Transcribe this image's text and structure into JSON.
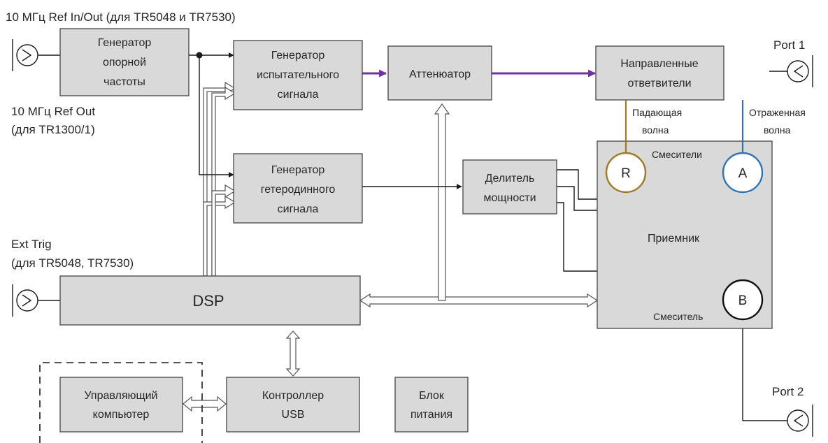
{
  "labels": {
    "ref_inout": "10 МГц Ref In/Out (для TR5048 и TR7530)",
    "ref_out_1": "10 МГц Ref Out",
    "ref_out_2": "(для TR1300/1)",
    "ext_trig_1": "Ext Trig",
    "ext_trig_2": "(для TR5048, TR7530)",
    "port1": "Port 1",
    "port2": "Port 2",
    "incident_1": "Падающая",
    "incident_2": "волна",
    "reflected_1": "Отраженная",
    "reflected_2": "волна",
    "mixers": "Смесители",
    "mixer": "Смеситель",
    "receiver": "Приемник"
  },
  "blocks": {
    "ref_gen": [
      "Генератор",
      "опорной",
      "частоты"
    ],
    "test_gen": [
      "Генератор",
      "испытательного",
      "сигнала"
    ],
    "attenuator": [
      "Аттенюатор"
    ],
    "couplers": [
      "Направленные",
      "ответвители"
    ],
    "lo_gen": [
      "Генератор",
      "гетеродинного",
      "сигнала"
    ],
    "divider": [
      "Делитель",
      "мощности"
    ],
    "dsp": [
      "DSP"
    ],
    "pc": [
      "Управляющий",
      "компьютер"
    ],
    "usb": [
      "Контроллер",
      "USB"
    ],
    "psu": [
      "Блок",
      "питания"
    ]
  },
  "mixers": {
    "r": "R",
    "a": "A",
    "b": "B"
  },
  "colors": {
    "block_fill": "#d9d9d9",
    "purple_path": "#7030a0",
    "incident_wave": "#a07a20",
    "reflected_wave": "#2e75b6",
    "mixer_b": "#111111"
  }
}
